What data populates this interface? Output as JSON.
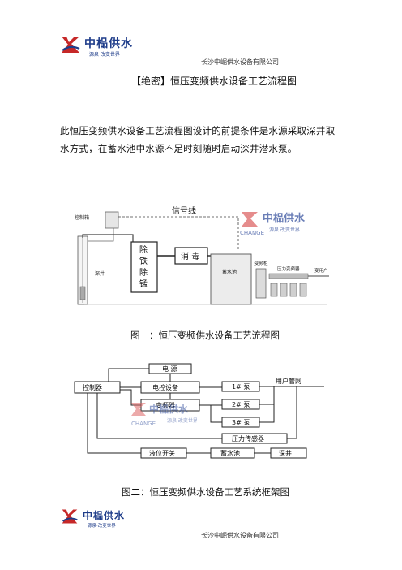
{
  "header": {
    "logo_text": "中榀供水",
    "logo_sub": "源泉·改变世界",
    "company": "长沙中崛供水设备有限公司"
  },
  "document": {
    "title": "【绝密】恒压变频供水设备工艺流程图",
    "paragraph": "此恒压变频供水设备工艺流程图设计的前提条件是水源采取深井取水方式，在蓄水池中水源不足时刻随时启动深井潜水泵。"
  },
  "figure1": {
    "caption": "图一：恒压变频供水设备工艺流程图",
    "labels": {
      "control_box": "控制箱",
      "deep_well": "深井",
      "signal_line": "信号线",
      "iron_removal": [
        "除",
        "铁",
        "除",
        "锰"
      ],
      "disinfect": "消 毒",
      "reservoir": "蓄水池",
      "vfd_cabinet": "变频柜",
      "pressure_tank": "压力变频器",
      "user": "变用户",
      "wm_cn": "中榀供水",
      "wm_en": "CHANGE",
      "wm_sub": "源泉 改变世界"
    }
  },
  "figure2": {
    "caption": "图二：恒压变频供水设备工艺系统框架图",
    "labels": {
      "power": "电 源",
      "controller": "控制器",
      "electrical": "电控设备",
      "vfd": "变频器",
      "pump1": "1# 泵",
      "pump2": "2# 泵",
      "pump3": "3# 泵",
      "user_pipe": "用户管网",
      "pressure_sensor": "压力传感器",
      "level_switch": "液位开关",
      "reservoir": "蓄水池",
      "deep_well": "深井",
      "wm_cn": "中榀供水",
      "wm_en": "CHANGE",
      "wm_sub": "源泉 改变世界"
    }
  },
  "footer": {
    "logo_text": "中榀供水",
    "logo_sub": "源泉·改变世界",
    "company": "长沙中崛供水设备有限公司"
  }
}
